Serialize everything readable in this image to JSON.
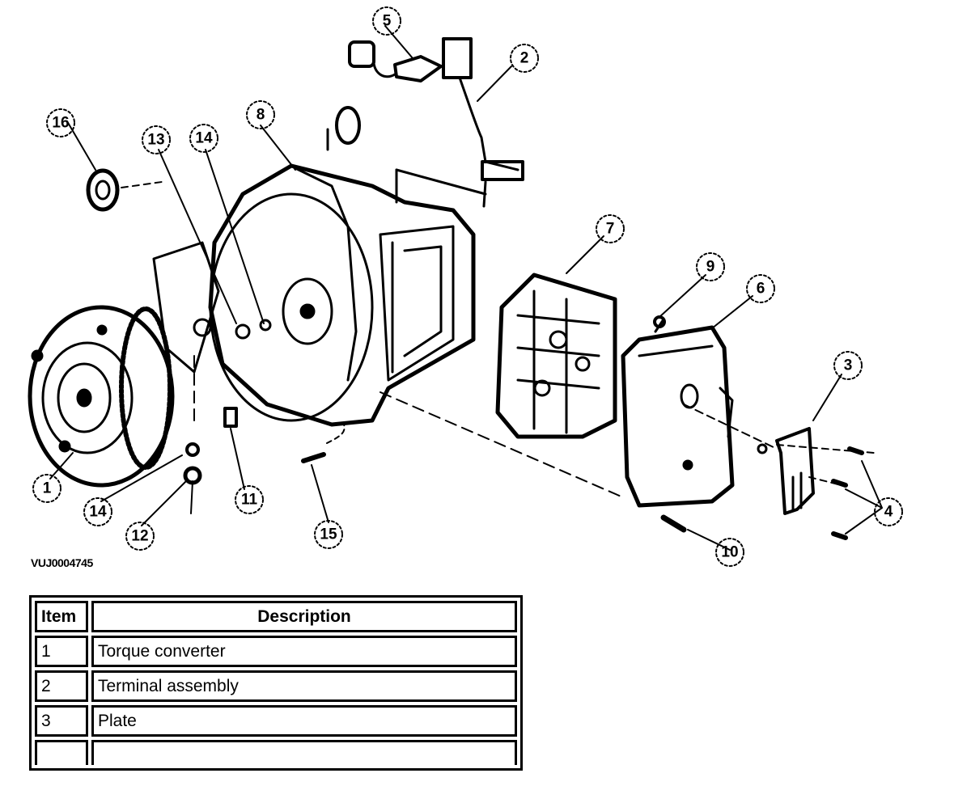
{
  "figure_id": "VUJ0004745",
  "callouts": [
    "1",
    "2",
    "3",
    "4",
    "5",
    "6",
    "7",
    "8",
    "9",
    "10",
    "11",
    "12",
    "13",
    "14",
    "14",
    "15",
    "16"
  ],
  "table": {
    "headers": {
      "item": "Item",
      "description": "Description"
    },
    "rows": [
      {
        "item": "1",
        "description": "Torque converter"
      },
      {
        "item": "2",
        "description": "Terminal assembly"
      },
      {
        "item": "3",
        "description": "Plate"
      },
      {
        "item": "",
        "description": ""
      }
    ]
  }
}
